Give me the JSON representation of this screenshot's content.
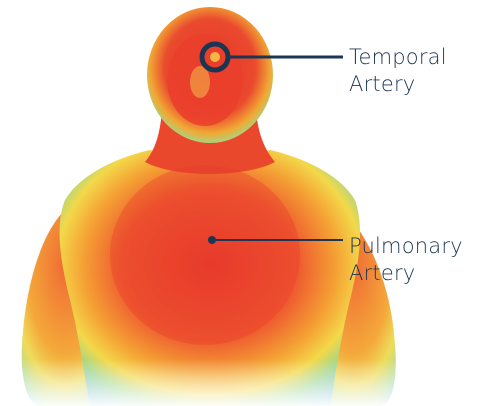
{
  "colors": {
    "callout_line": "#1c3553",
    "label_text": "#1c3553",
    "heat_core": "#e8322a",
    "heat_warm": "#f39a2a",
    "heat_mid": "#f6d63a",
    "heat_cool": "#8fd18a",
    "heat_edge": "#6bb9d8",
    "background": "#ffffff"
  },
  "callouts": [
    {
      "id": "temporal",
      "label_line1": "Temporal",
      "label_line2": "Artery",
      "marker": "ring"
    },
    {
      "id": "pulmonary",
      "label_line1": "Pulmonary",
      "label_line2": "Artery",
      "marker": "dot"
    }
  ]
}
